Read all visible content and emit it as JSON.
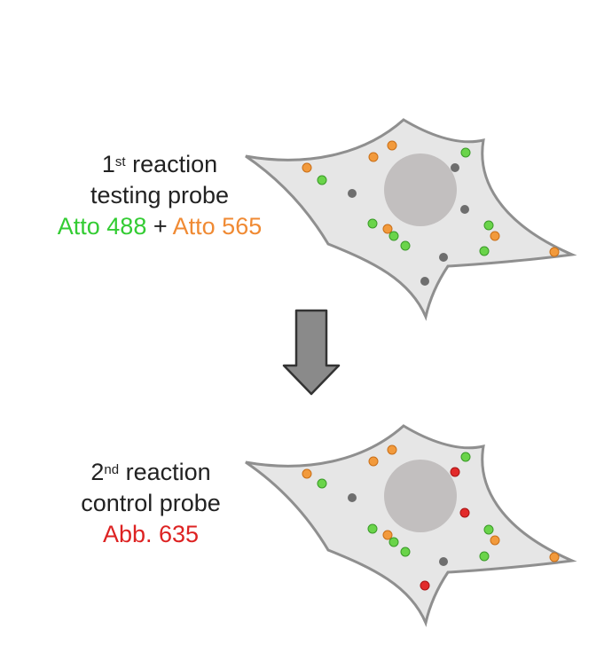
{
  "colors": {
    "green": "#6ad44a",
    "orange": "#f29a3c",
    "red": "#e22a2a",
    "gray_dot": "#6e6e6e",
    "cell_fill": "#e6e6e6",
    "cell_stroke": "#8f8f8f",
    "nucleus": "#c2bfbf",
    "arrow_fill": "#8a8a8a"
  },
  "reaction1": {
    "num": "1",
    "sup": "st",
    "title": "reaction",
    "subtitle": "testing probe",
    "dye_a": "Atto 488",
    "plus": "+",
    "dye_b": "Atto 565"
  },
  "reaction2": {
    "num": "2",
    "sup": "nd",
    "title": "reaction",
    "subtitle": "control probe",
    "dye": "Abb. 635"
  },
  "icons": {
    "arrow": "down-arrow-icon",
    "cell": "cell-icon",
    "nucleus": "nucleus-icon"
  }
}
